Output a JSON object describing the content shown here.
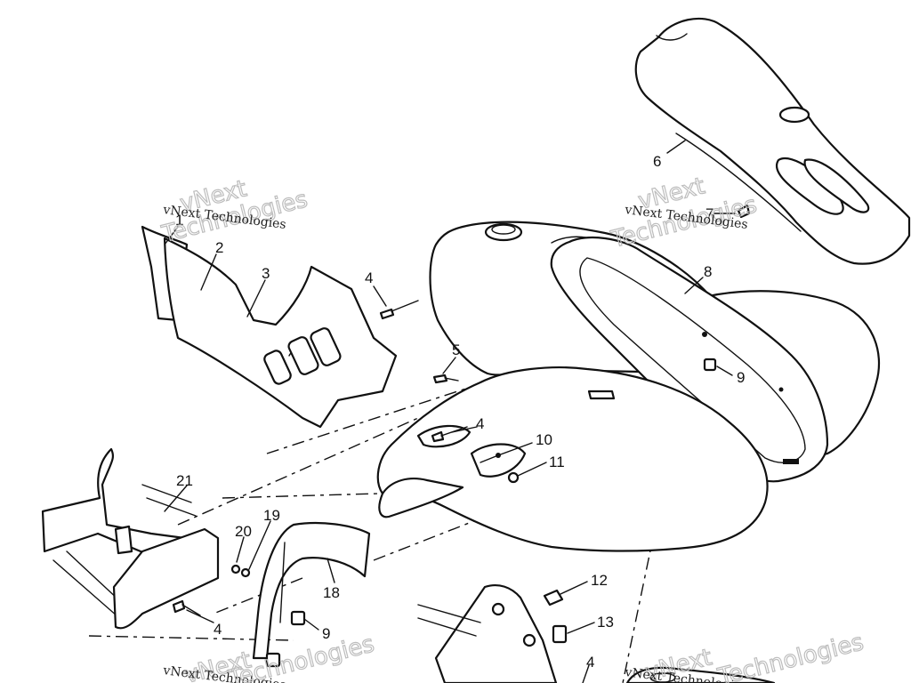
{
  "callouts": [
    "1",
    "2",
    "3",
    "4",
    "5",
    "4",
    "10",
    "11",
    "6",
    "7",
    "8",
    "9",
    "21",
    "20",
    "19",
    "18",
    "4",
    "9",
    "12",
    "13",
    "4"
  ],
  "watermarks": [
    {
      "line1": "vNext",
      "line2": "Technologies",
      "line3": "vNext Technologies"
    },
    {
      "line1": "vNext",
      "line2": "Technologies",
      "line3": "vNext Technologies"
    },
    {
      "line1": "vNext",
      "line2": "Technologies",
      "line3": "vNext Technologies"
    },
    {
      "line1": "vNext",
      "line2": "Technologies",
      "line3": "vNext Technologies"
    }
  ]
}
